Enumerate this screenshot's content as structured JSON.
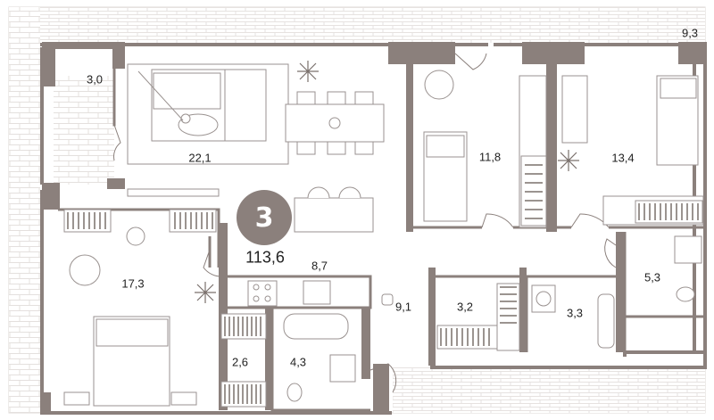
{
  "apartment": {
    "rooms": "3",
    "total_area": "113,6"
  },
  "room_areas": {
    "terrace_corner": "9,3",
    "balcony": "3,0",
    "living_room": "22,1",
    "bedroom_center": "11,8",
    "bedroom_right": "13,4",
    "bedroom_left": "17,3",
    "kitchen": "8,7",
    "bathroom_right": "5,3",
    "storage": "3,2",
    "laundry": "3,3",
    "corridor": "9,1",
    "wardrobe": "2,6",
    "bathroom_main": "4,3"
  },
  "colors": {
    "wall": "#8b807c",
    "terrace_brick": "#e6e3e1",
    "furniture_line": "#9a9290",
    "badge": "#8b807c"
  }
}
